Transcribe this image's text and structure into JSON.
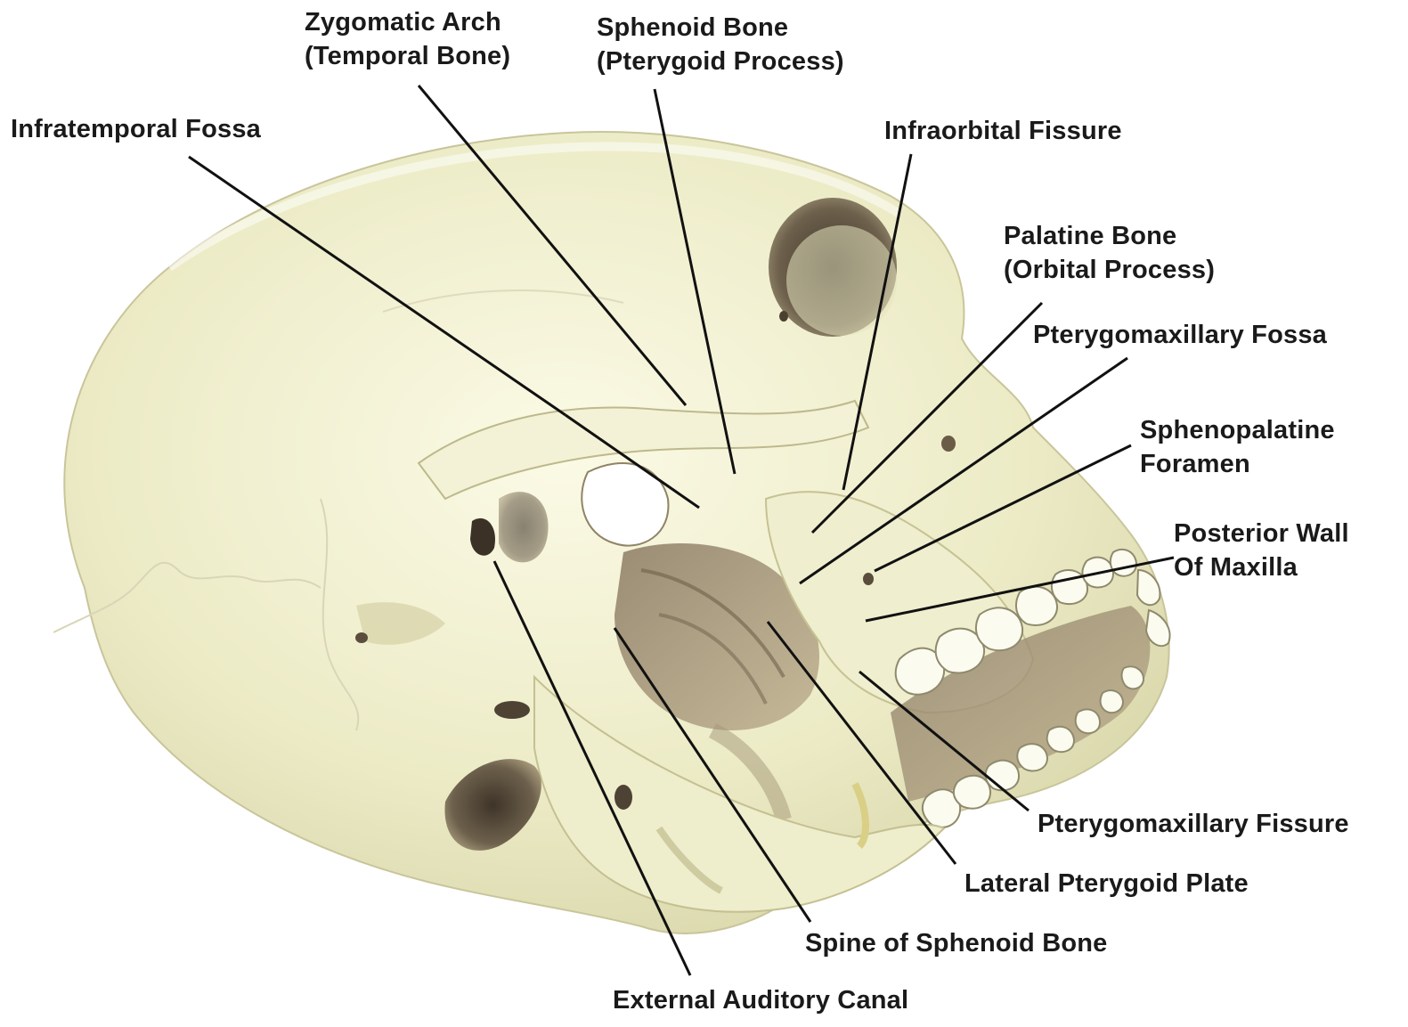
{
  "labels": {
    "zygomatic_arch": [
      "Zygomatic Arch",
      "(Temporal Bone)"
    ],
    "sphenoid_bone": [
      "Sphenoid Bone",
      "(Pterygoid Process)"
    ],
    "infratemporal_fossa": "Infratemporal Fossa",
    "infraorbital_fissure": "Infraorbital Fissure",
    "palatine_bone": [
      "Palatine Bone",
      "(Orbital Process)"
    ],
    "pterygomaxillary_fossa": "Pterygomaxillary Fossa",
    "sphenopalatine_foramen": [
      "Sphenopalatine",
      "Foramen"
    ],
    "posterior_wall_maxilla": [
      "Posterior Wall",
      "Of Maxilla"
    ],
    "pterygomaxillary_fissure": "Pterygomaxillary Fissure",
    "lateral_pterygoid_plate": "Lateral Pterygoid Plate",
    "spine_sphenoid": "Spine of Sphenoid Bone",
    "external_auditory_canal": "External Auditory Canal"
  },
  "colors": {
    "bone": "#ecebc6",
    "bone_light": "#f6f5dc",
    "bone_shade": "#cfcc9f",
    "cavity": "#5e5242",
    "leader": "#111111"
  }
}
